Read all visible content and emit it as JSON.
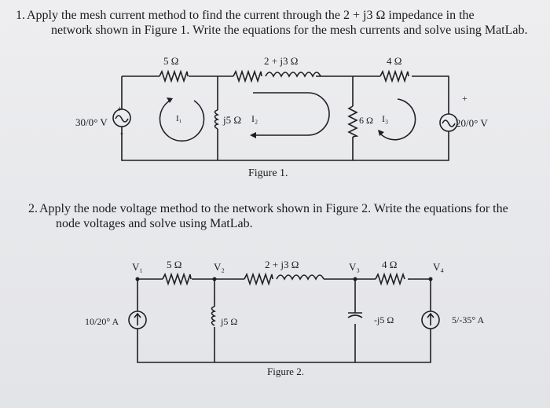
{
  "problem1": {
    "number": "1.",
    "line1": "Apply the mesh current method to find the current through the 2 + j3 Ω impedance in the",
    "line2": "network shown in Figure 1.  Write the equations for the mesh currents and solve using MatLab."
  },
  "figure1": {
    "caption": "Figure 1.",
    "labels": {
      "r5": "5 Ω",
      "z23": "2 + j3 Ω",
      "r4": "4 Ω",
      "j5": "j5 Ω",
      "r6": "6 Ω",
      "i1": "I₁",
      "i2": "I₂",
      "i3": "I₃",
      "v_left": "30/0° V",
      "v_right": "20/0° V",
      "plus": "+",
      "minus": "-"
    }
  },
  "problem2": {
    "number": "2.",
    "line1": "Apply the node voltage method to the network shown in Figure 2.  Write the equations for the",
    "line2": "node voltages and solve using MatLab."
  },
  "figure2": {
    "caption": "Figure 2.",
    "labels": {
      "v1": "V₁",
      "v2": "V₂",
      "v3": "V₃",
      "v4": "V₄",
      "r5": "5 Ω",
      "z23": "2 + j3 Ω",
      "r4": "4 Ω",
      "j5": "j5 Ω",
      "mj5": "-j5 Ω",
      "i_left": "10/20° A",
      "i_right": "5/-35° A"
    }
  }
}
